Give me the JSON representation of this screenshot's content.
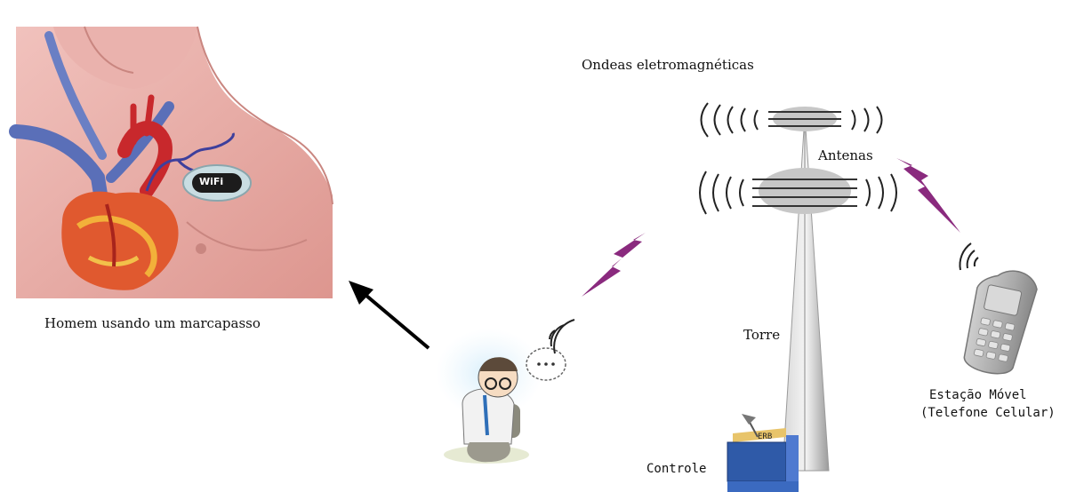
{
  "labels": {
    "waves": "Ondeas eletromagnéticas",
    "antennas": "Antenas",
    "patient": "Homem usando um marcapasso",
    "tower": "Torre",
    "station_line1": "Estação Móvel",
    "station_line2": "(Telefone Celular)",
    "control": "Controle",
    "erb": "ERB",
    "pacemaker_badge": "WiFi"
  },
  "colors": {
    "skin": "#e8a9a4",
    "vein": "#5a6fb8",
    "artery": "#c8282c",
    "lightning": "#8a2a7e",
    "tower": "#b9b9b9",
    "phone": "#a8a8a8",
    "control_box": "#2f5aa8"
  }
}
